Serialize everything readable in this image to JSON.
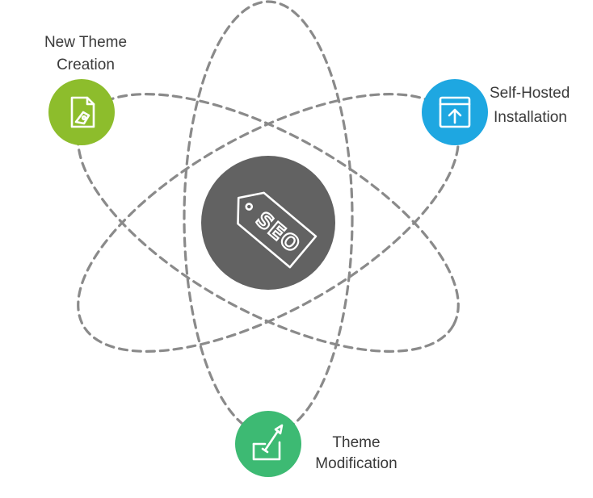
{
  "center": {
    "icon": "seo-tag-icon",
    "tag_text": "SEO",
    "color": "#626262"
  },
  "nodes": {
    "new_theme_creation": {
      "label_line1": "New Theme",
      "label_line2": "Creation",
      "icon": "pen-document-icon",
      "color": "#8dbd2c"
    },
    "self_hosted_installation": {
      "label_line1": "Self-Hosted",
      "label_line2": "Installation",
      "icon": "upload-box-icon",
      "color": "#1ea7e1"
    },
    "theme_modification": {
      "label_line1": "Theme",
      "label_line2": "Modification",
      "icon": "brush-edit-icon",
      "color": "#3dba73"
    }
  },
  "colors": {
    "orbit": "#8a8a8a",
    "text": "#3a3a3a"
  }
}
